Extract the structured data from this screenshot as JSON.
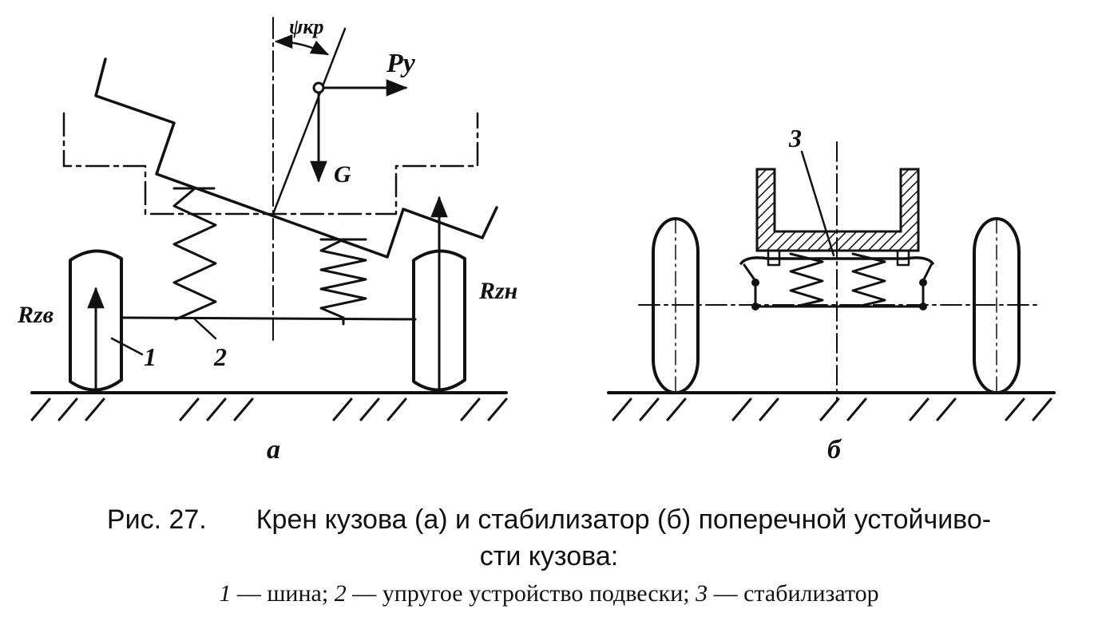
{
  "diagram": {
    "panel_a": {
      "label": "а",
      "angle_label": "ψкр",
      "force_py": "Py",
      "force_g": "G",
      "reaction_left": "Rzв",
      "reaction_right": "Rzн",
      "callout_1": "1",
      "callout_2": "2"
    },
    "panel_b": {
      "label": "б",
      "callout_3": "3"
    }
  },
  "caption": {
    "figure_number": "Рис. 27.",
    "line1": "Крен кузова (а) и стабилизатор (б) поперечной устойчиво-",
    "line2": "сти кузова:",
    "legend": [
      {
        "num": "1",
        "text": " — шина; "
      },
      {
        "num": "2",
        "text": " — упругое устройство подвески; "
      },
      {
        "num": "3",
        "text": " — стабилизатор"
      }
    ]
  }
}
